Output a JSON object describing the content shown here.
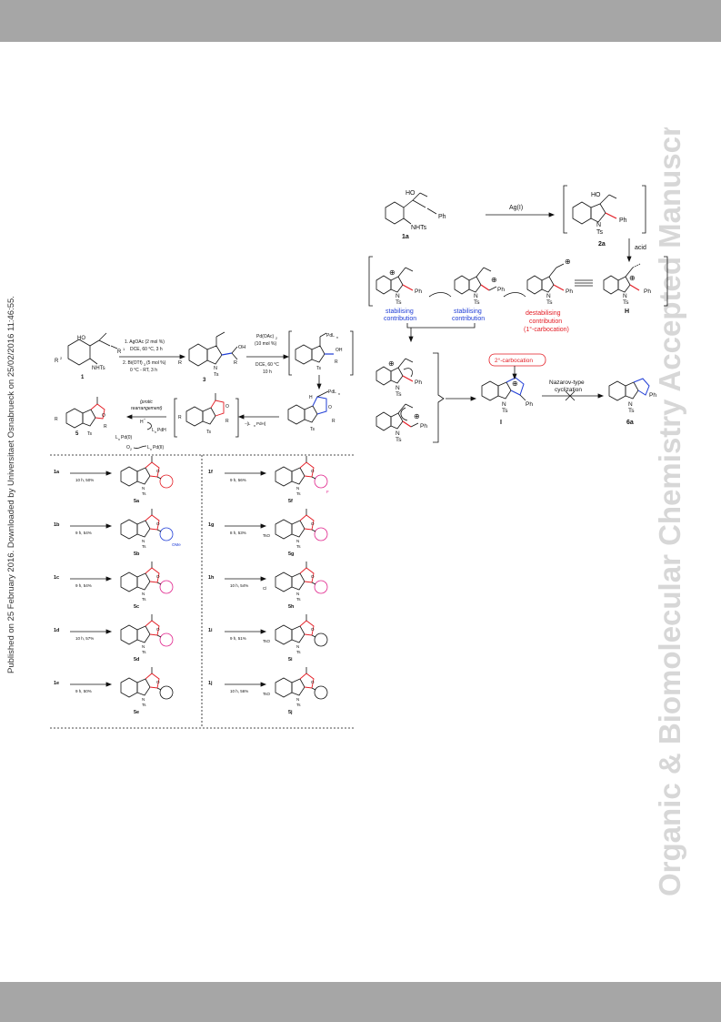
{
  "margin": {
    "watermark": "Organic & Biomolecular Chemistry Accepted Manuscript",
    "published": "Published on 25 February 2016. Downloaded by Universitaet Osnabrueck on 25/02/2016 11:46:55."
  },
  "colors": {
    "bar": "#a6a6a6",
    "watermark": "#d7d7d7",
    "red": "#e31b23",
    "blue": "#1f3dd6",
    "magenta": "#e0218a"
  },
  "left_scheme": {
    "main": {
      "hydroxyl": "HO",
      "sulfonamide": "NHTs",
      "r1": "R",
      "r2": "R",
      "sup1": "1",
      "sup2": "2",
      "label1": "1",
      "step1": [
        "1. AgOAc (2 mol %)",
        "DCE, 60 °C, 3 h",
        "2. Bi(OTf)",
        "3",
        " (5 mol %)",
        "0 °C - RT, 3 h"
      ],
      "label3": "3",
      "oh": "OH",
      "ts": "Ts",
      "n": "N",
      "step2": [
        "Pd(OAc)",
        "2",
        "(10 mol %)",
        "DCE, 60 °C",
        "10 h"
      ],
      "pdl": "PdL",
      "pdl_sub": "n",
      "hydride": "H",
      "elim": "−[L",
      "elim_mid": "n",
      "elim_end": "PdH]",
      "protic": [
        "(protic",
        "rearrangement)"
      ],
      "hplus": "H",
      "plus": "+",
      "lnpdh": "L",
      "lnpdh2": "PdH",
      "lnpd0": "L",
      "lnpd0b": "Pd(0)",
      "o2": "O",
      "o2sub": "2",
      "lnpd2": "L",
      "lnpd2b": "Pd(II)",
      "label5": "5",
      "o": "O"
    },
    "entries": [
      {
        "sub": "1a",
        "cond": "10 h, 50%",
        "prod": "5a"
      },
      {
        "sub": "1b",
        "cond": "9 h, 54%",
        "prod": "5b",
        "group": "OMe"
      },
      {
        "sub": "1c",
        "cond": "9 h, 54%",
        "prod": "5c"
      },
      {
        "sub": "1d",
        "cond": "10 h, 57%",
        "prod": "5d"
      },
      {
        "sub": "1e",
        "cond": "9 h, 50%",
        "prod": "5e"
      },
      {
        "sub": "1f",
        "cond": "9 h, 56%",
        "prod": "5f",
        "group": "F"
      },
      {
        "sub": "1g",
        "cond": "8 h, 53%",
        "prod": "5g",
        "group": "TsO"
      },
      {
        "sub": "1h",
        "cond": "10 h, 54%",
        "prod": "5h",
        "group": "Cl"
      },
      {
        "sub": "1i",
        "cond": "9 h, 51%",
        "prod": "5i",
        "group": "TsO"
      },
      {
        "sub": "1j",
        "cond": "10 h, 56%",
        "prod": "5j",
        "group": "TsO"
      }
    ]
  },
  "right_scheme": {
    "ho": "HO",
    "nhts": "NHTs",
    "ph": "Ph",
    "label_1a": "1a",
    "label_2a": "2a",
    "agI": "Ag(I)",
    "acid": "acid",
    "n": "N",
    "ts": "Ts",
    "label_H": "H",
    "label_I": "I",
    "label_6a": "6a",
    "stab1": "stabilising",
    "stab1b": "contribution",
    "stab2": "stabilising",
    "stab2b": "contribution",
    "destab": "destabilising",
    "destab2": "contribution",
    "destab3": "(1°-carbocation)",
    "secondary": "2°-carbocation",
    "nazarov": "Nazarov-type",
    "cyclization": "cyclization"
  }
}
